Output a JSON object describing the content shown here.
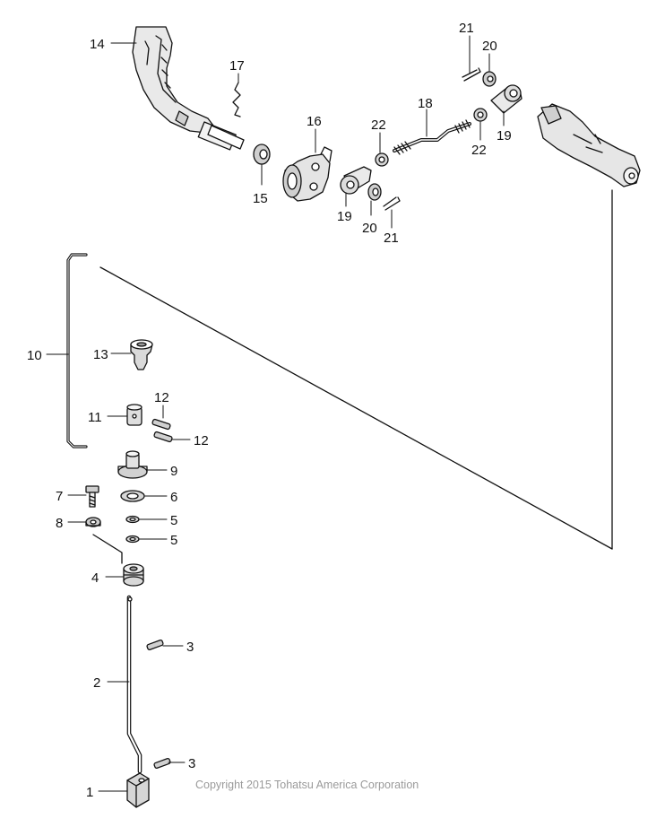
{
  "labels": {
    "p1": "1",
    "p2": "2",
    "p3a": "3",
    "p3b": "3",
    "p4": "4",
    "p5a": "5",
    "p5b": "5",
    "p6": "6",
    "p7": "7",
    "p8": "8",
    "p9": "9",
    "p10": "10",
    "p11": "11",
    "p12a": "12",
    "p12b": "12",
    "p13": "13",
    "p14": "14",
    "p15": "15",
    "p16": "16",
    "p17": "17",
    "p18": "18",
    "p19a": "19",
    "p19b": "19",
    "p20a": "20",
    "p20b": "20",
    "p21a": "21",
    "p21b": "21",
    "p22a": "22",
    "p22b": "22"
  },
  "copyright": "Copyright 2015 Tohatsu America Corporation"
}
